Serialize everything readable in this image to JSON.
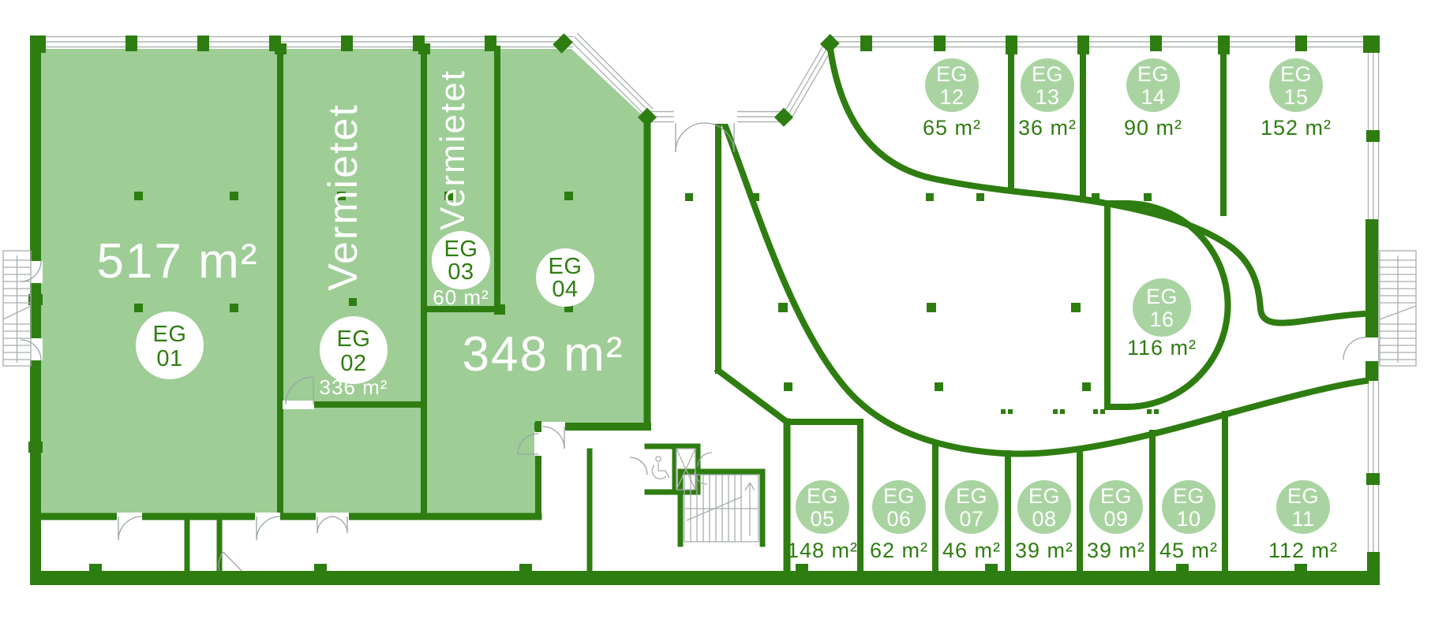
{
  "floor": "EG",
  "colors": {
    "wall": "#2e7d11",
    "rented_fill": "#9ecd96",
    "badge_fill": "#a9d4a1",
    "badge_text_dark": "#2e7d11",
    "white": "#ffffff"
  },
  "labels": {
    "big_area_left": "517 m²",
    "big_area_right": "348 m²",
    "vermietet_1": "Vermietet",
    "vermietet_2": "Vermietet"
  },
  "units": {
    "u01": {
      "eg": "EG",
      "num": "01"
    },
    "u02": {
      "eg": "EG",
      "num": "02",
      "area": "336 m²"
    },
    "u03": {
      "eg": "EG",
      "num": "03",
      "area": "60 m²"
    },
    "u04": {
      "eg": "EG",
      "num": "04"
    },
    "u05": {
      "eg": "EG",
      "num": "05",
      "area": "148 m²"
    },
    "u06": {
      "eg": "EG",
      "num": "06",
      "area": "62 m²"
    },
    "u07": {
      "eg": "EG",
      "num": "07",
      "area": "46 m²"
    },
    "u08": {
      "eg": "EG",
      "num": "08",
      "area": "39 m²"
    },
    "u09": {
      "eg": "EG",
      "num": "09",
      "area": "39 m²"
    },
    "u10": {
      "eg": "EG",
      "num": "10",
      "area": "45 m²"
    },
    "u11": {
      "eg": "EG",
      "num": "11",
      "area": "112 m²"
    },
    "u12": {
      "eg": "EG",
      "num": "12",
      "area": "65 m²"
    },
    "u13": {
      "eg": "EG",
      "num": "13",
      "area": "36 m²"
    },
    "u14": {
      "eg": "EG",
      "num": "14",
      "area": "90 m²"
    },
    "u15": {
      "eg": "EG",
      "num": "15",
      "area": "152 m²"
    },
    "u16": {
      "eg": "EG",
      "num": "16",
      "area": "116 m²"
    }
  }
}
